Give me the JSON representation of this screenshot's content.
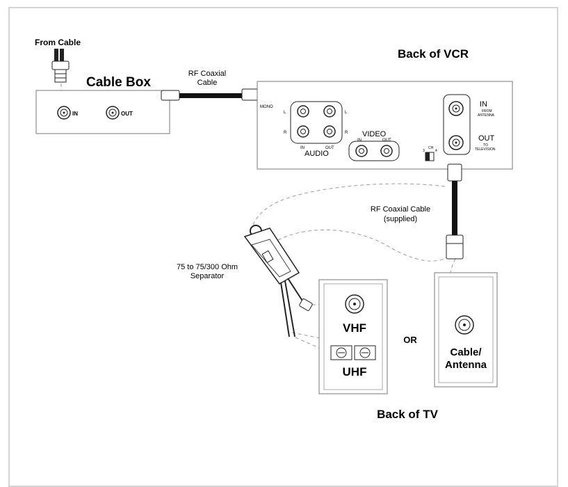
{
  "labels": {
    "from_cable": "From Cable",
    "cable_box": "Cable Box",
    "cable_box_in": "IN",
    "cable_box_out": "OUT",
    "rf_coax_top_1": "RF Coaxial",
    "rf_coax_top_2": "Cable",
    "back_of_vcr": "Back of VCR",
    "vcr_mono": "MONO",
    "vcr_l1": "L",
    "vcr_l2": "L",
    "vcr_r1": "R",
    "vcr_r2": "R",
    "vcr_audio_in": "IN",
    "vcr_audio_out": "OUT",
    "vcr_audio": "AUDIO",
    "vcr_video": "VIDEO",
    "vcr_video_in": "IN",
    "vcr_video_out": "OUT",
    "vcr_ch": "CH",
    "vcr_ch_3": "3",
    "vcr_ch_4": "4",
    "vcr_in": "IN",
    "vcr_from_antenna_1": "FROM",
    "vcr_from_antenna_2": "ANTENNA",
    "vcr_out": "OUT",
    "vcr_to_tv_1": "TO",
    "vcr_to_tv_2": "TELEVISION",
    "rf_coax_supplied_1": "RF Coaxial Cable",
    "rf_coax_supplied_2": "(supplied)",
    "separator_1": "75 to 75/300 Ohm",
    "separator_2": "Separator",
    "vhf": "VHF",
    "uhf": "UHF",
    "or": "OR",
    "cable_antenna_1": "Cable/",
    "cable_antenna_2": "Antenna",
    "back_of_tv": "Back of TV"
  }
}
